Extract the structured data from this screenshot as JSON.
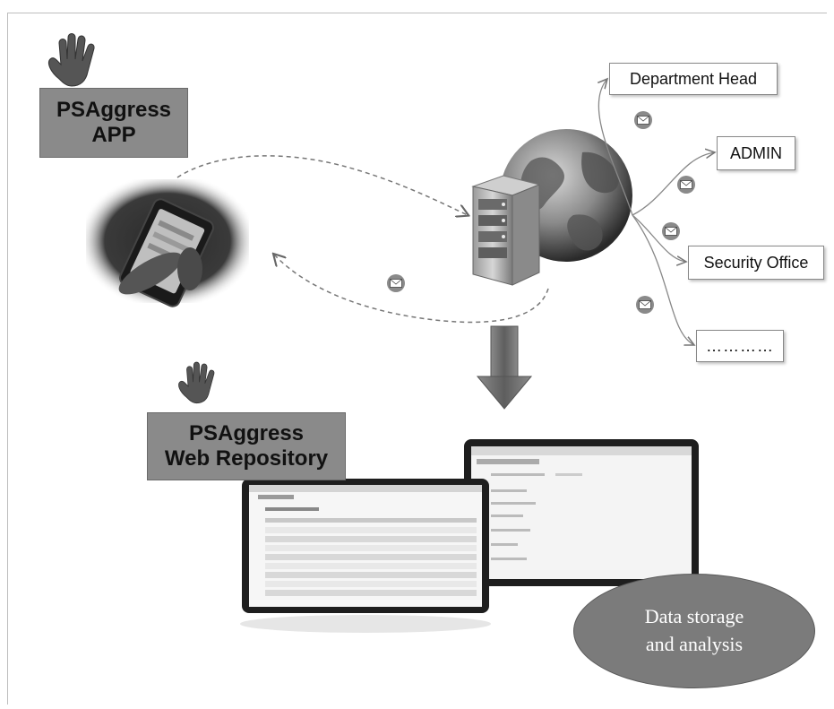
{
  "app": {
    "title_line1": "PSAggress",
    "title_line2": "APP"
  },
  "web": {
    "title_line1": "PSAggress",
    "title_line2": "Web Repository"
  },
  "recipients": {
    "department_head": "Department Head",
    "admin": "ADMIN",
    "security_office": "Security Office",
    "more": "…………"
  },
  "storage": {
    "line1": "Data storage",
    "line2": "and analysis"
  },
  "colors": {
    "title_box": "#8a8a8a",
    "oval": "#7b7b7b",
    "arrow": "#6f6f6f"
  },
  "icons": [
    "hand-icon",
    "phone-image",
    "server-icon",
    "globe-icon",
    "envelope-icon",
    "down-arrow-icon",
    "laptop-screen"
  ]
}
